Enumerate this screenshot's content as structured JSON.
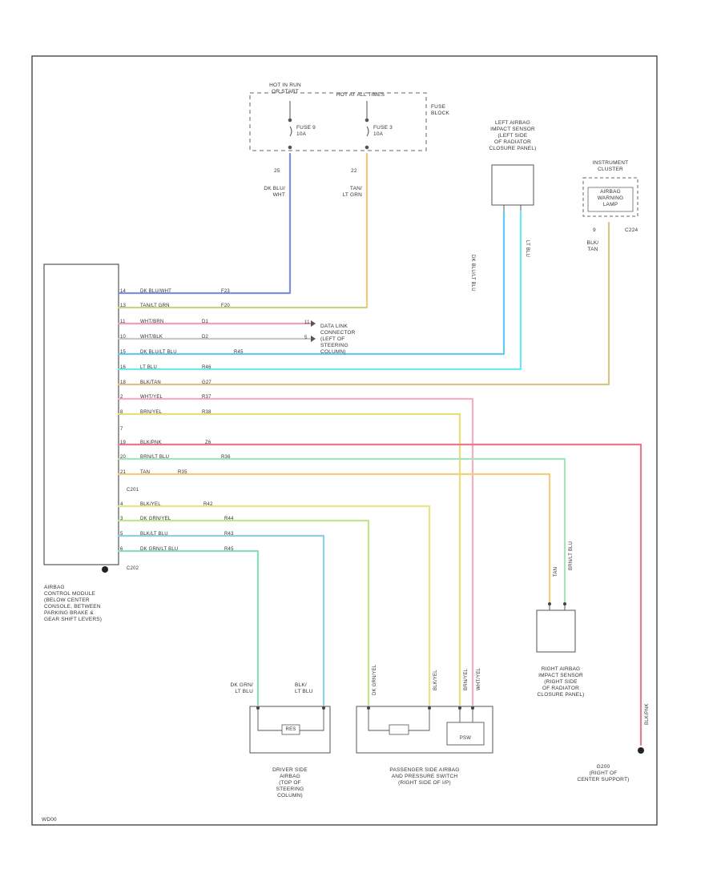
{
  "title": "",
  "fuse_block": {
    "hot_in_run_start": "HOT IN RUN\nOR START",
    "hot_at_all_times": "HOT AT ALL TIMES",
    "fuse_block_label": "FUSE\nBLOCK",
    "fuse_a": "FUSE 9\n10A",
    "fuse_b": "FUSE 3\n10A",
    "pin_a": "25",
    "pin_b": "22",
    "wire_a": "DK BLU/\nWHT",
    "wire_b": "TAN/\nLT GRN"
  },
  "left_impact_sensor": "LEFT AIRBAG\nIMPACT SENSOR\n(LEFT SIDE\nOF RADIATOR\nCLOSURE PANEL)",
  "left_sensor_wires": [
    "DK BLU/LT BLU",
    "LT BLU"
  ],
  "instrument_cluster": {
    "label": "INSTRUMENT\nCLUSTER",
    "lamp": "AIRBAG\nWARNING\nLAMP",
    "pin": "9",
    "wire": "BLK/\nTAN",
    "connector": "C224"
  },
  "control_module": {
    "label": "AIRBAG\nCONTROL MODULE\n(BELOW CENTER\nCONSOLE, BETWEEN\nPARKING BRAKE &\nGEAR SHIFT LEVERS)",
    "connector_c201": "C201",
    "connector_c202": "C202",
    "pins": [
      {
        "pin": "14",
        "wire": "DK BLU/WHT",
        "circuit": "F23"
      },
      {
        "pin": "13",
        "wire": "TAN/LT GRN",
        "circuit": "F20"
      },
      {
        "pin": "11",
        "wire": "WHT/BRN",
        "circuit": "D1"
      },
      {
        "pin": "10",
        "wire": "WHT/BLK",
        "circuit": "D2"
      },
      {
        "pin": "15",
        "wire": "DK BLU/LT BLU",
        "circuit": "R45"
      },
      {
        "pin": "16",
        "wire": "LT BLU",
        "circuit": "R46"
      },
      {
        "pin": "18",
        "wire": "BLK/TAN",
        "circuit": "G27"
      },
      {
        "pin": "2",
        "wire": "WHT/YEL",
        "circuit": "R37"
      },
      {
        "pin": "8",
        "wire": "BRN/YEL",
        "circuit": "R38"
      },
      {
        "pin": "7",
        "wire": "",
        "circuit": ""
      },
      {
        "pin": "19",
        "wire": "BLK/PNK",
        "circuit": "Z6"
      },
      {
        "pin": "20",
        "wire": "BRN/LT BLU",
        "circuit": "R36"
      },
      {
        "pin": "21",
        "wire": "TAN",
        "circuit": "R35"
      },
      {
        "pin": "4",
        "wire": "BLK/YEL",
        "circuit": "R42"
      },
      {
        "pin": "3",
        "wire": "DK GRN/YEL",
        "circuit": "R44"
      },
      {
        "pin": "5",
        "wire": "BLK/LT BLU",
        "circuit": "R43"
      },
      {
        "pin": "6",
        "wire": "DK GRN/LT BLU",
        "circuit": "R45"
      }
    ]
  },
  "data_link": {
    "pin_a": "11",
    "pin_b": "5",
    "label": "DATA LINK\nCONNECTOR\n(LEFT OF\nSTEERING\nCOLUMN)"
  },
  "right_impact_sensor": {
    "label": "RIGHT AIRBAG\nIMPACT SENSOR\n(RIGHT SIDE\nOF RADIATOR\nCLOSURE PANEL)",
    "wire_a": "TAN",
    "wire_b": "BRN/LT BLU"
  },
  "ground": {
    "label": "G200\n(RIGHT OF\nCENTER SUPPORT)",
    "wire": "BLK/PNK"
  },
  "driver_airbag": {
    "label": "DRIVER SIDE\nAIRBAG\n(TOP OF\nSTEERING\nCOLUMN)",
    "wire_a": "DK GRN/\nLT BLU",
    "wire_b": "BLK/\nLT BLU",
    "inner": "RES"
  },
  "passenger_airbag": {
    "label": "PASSENGER SIDE AIRBAG\nAND PRESSURE SWITCH\n(RIGHT SIDE OF I/P)",
    "wires": [
      "DK GRN/YEL",
      "BLK/YEL",
      "BRN/YEL",
      "WHT/YEL"
    ],
    "inner": "PSW"
  },
  "footer": "WD00"
}
